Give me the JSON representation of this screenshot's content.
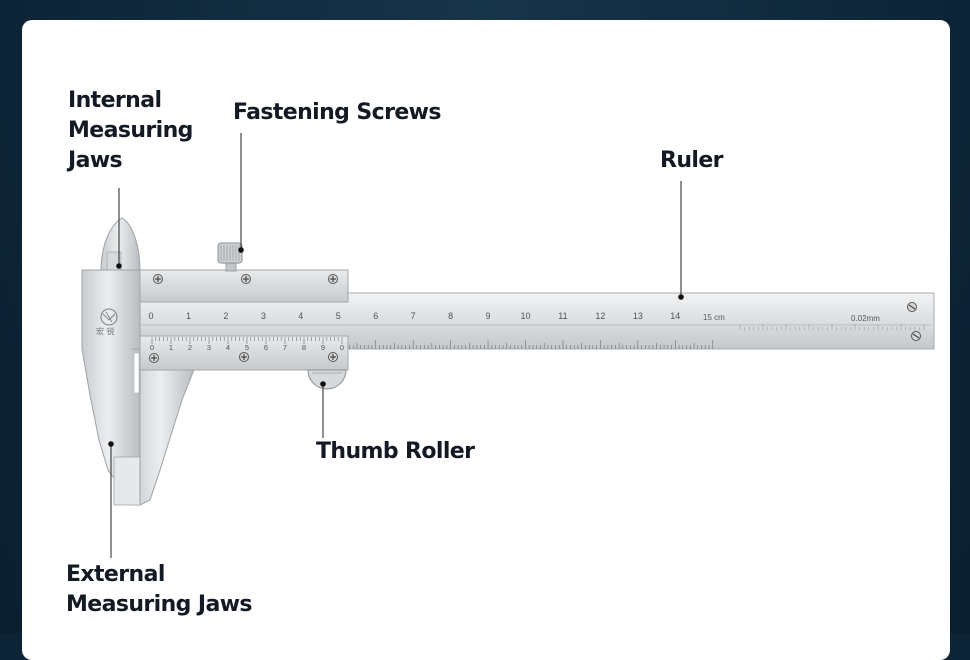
{
  "labels": {
    "internal_jaws": [
      "Internal",
      "Measuring",
      "Jaws"
    ],
    "fastening_screws": "Fastening Screws",
    "ruler": "Ruler",
    "thumb_roller": "Thumb Roller",
    "external_jaws": [
      "External",
      "Measuring Jaws"
    ]
  },
  "caliper": {
    "main_scale_numbers": [
      "0",
      "1",
      "2",
      "3",
      "4",
      "5",
      "6",
      "7",
      "8",
      "9",
      "10",
      "11",
      "12",
      "13",
      "14"
    ],
    "unit_label": "15 cm",
    "resolution_label": "0.02mm",
    "vernier_numbers": [
      "0",
      "1",
      "2",
      "3",
      "4",
      "5",
      "6",
      "7",
      "8",
      "9",
      "0"
    ],
    "brand_mark": "宏 锐"
  },
  "colors": {
    "background": "#0f2a3e",
    "card": "#ffffff",
    "label_text": "#141a24",
    "steel_light": "#e4e6e8",
    "steel_dark": "#a9adb1"
  }
}
